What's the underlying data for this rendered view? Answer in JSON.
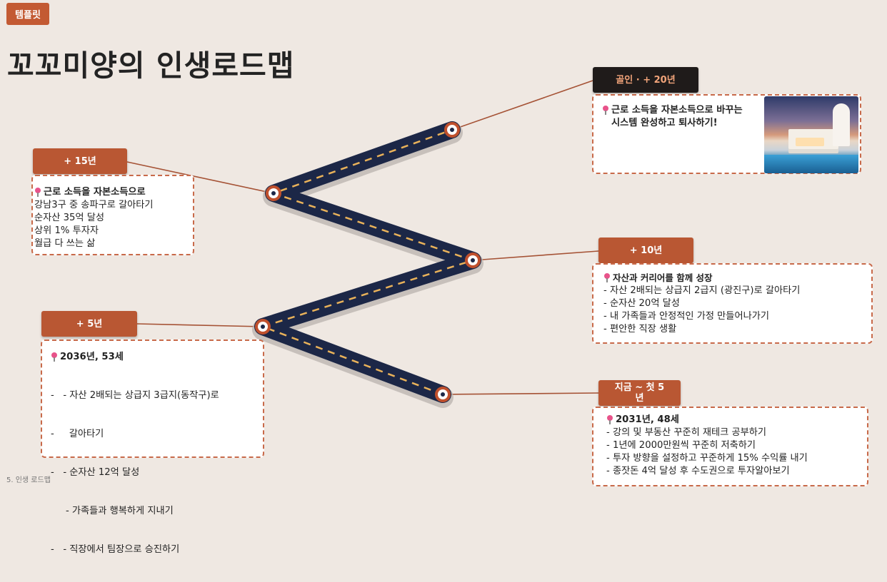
{
  "tag": "템플릿",
  "title": "꼬꼬미양의 인생로드맵",
  "footer": "5. 인생 로드맵",
  "colors": {
    "background": "#efe8e2",
    "accent": "#b95733",
    "road": "#1c2747",
    "card_border": "#c86a4a"
  },
  "milestones": {
    "retire": {
      "label": "골인 · + 20년",
      "lines": [
        "근로 소득을 자본소득으로 바꾸는",
        "시스템 완성하고 퇴사하기!"
      ],
      "image_icon": "villa-pool-photo"
    },
    "y15": {
      "label": "+ 15년",
      "heading": "근로 소득을 자본소득으로",
      "items": [
        "강남3구 중 송파구로 갈아타기",
        "순자산 35억 달성",
        "상위 1% 투자자",
        "월급 다 쓰는 삶"
      ]
    },
    "y10": {
      "label": "+ 10년",
      "heading": "자산과 커리어를 함께 성장",
      "items": [
        "- 자산 2배되는 상급지 2급지 (광진구)로  갈아타기",
        "- 순자산 20억 달성",
        "- 내 가족들과 안정적인 가정 만들어나가기",
        "- 편안한 직장 생활"
      ]
    },
    "y5": {
      "label": "+ 5년",
      "heading": "2036년, 53세",
      "items": [
        "-   - 자산 2배되는 상급지 3급지(동작구)로",
        "-     갈아타기",
        "-   - 순자산 12억 달성",
        "     - 가족들과 행복하게 지내기",
        "-   - 직장에서 팀장으로 승진하기"
      ]
    },
    "now": {
      "label_line1": "지금 ~ 첫 5",
      "label_line2": "년",
      "heading": "2031년, 48세",
      "items": [
        "- 강의 및 부동산 꾸준히 재테크 공부하기",
        "- 1년에 2000만원씩 꾸준히 저축하기",
        "- 투자 방향을 설정하고 꾸준하게 15% 수익률 내기",
        "- 종잣돈 4억 달성 후 수도권으로 투자알아보기"
      ]
    }
  }
}
